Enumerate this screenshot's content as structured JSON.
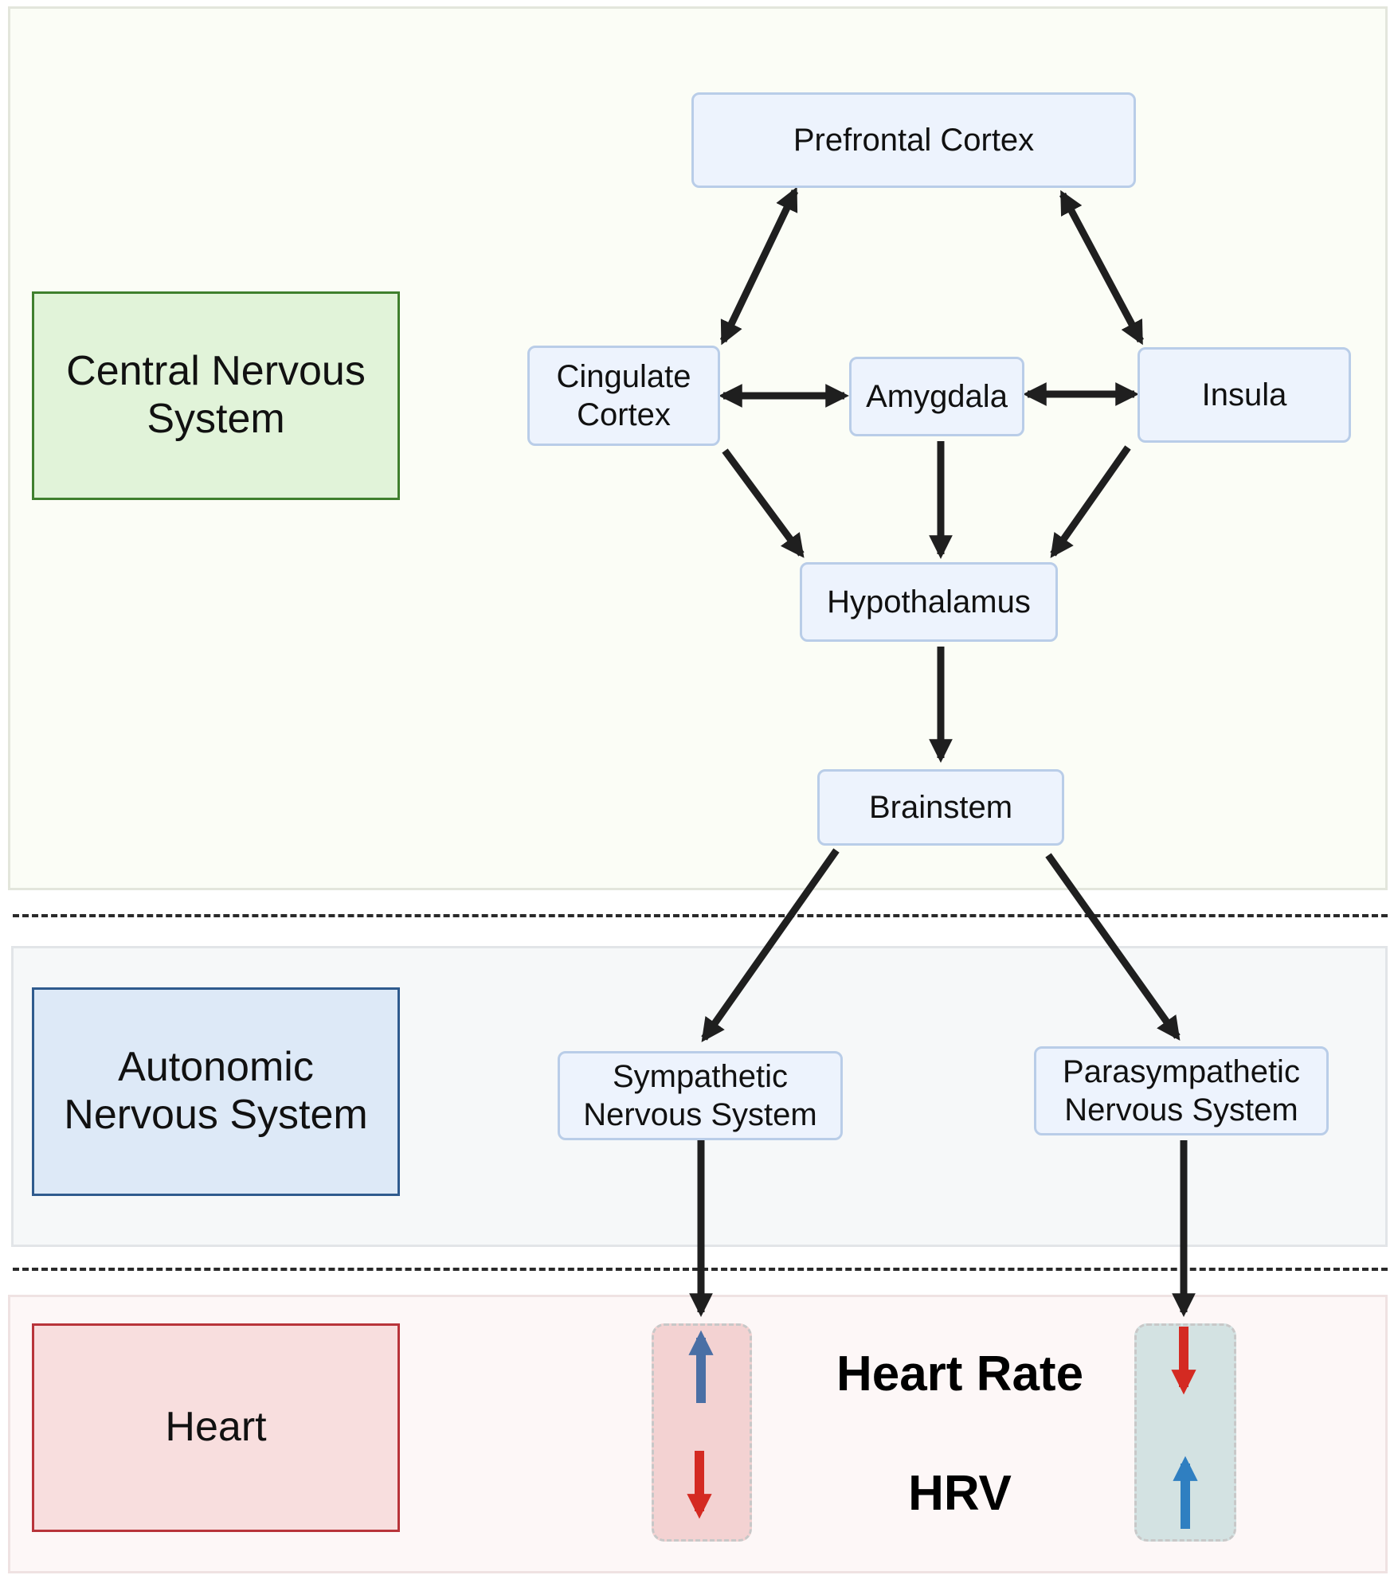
{
  "levels": {
    "cns": "Central Nervous\nSystem",
    "ans": "Autonomic\nNervous System",
    "heart": "Heart"
  },
  "nodes": {
    "prefrontal": "Prefrontal Cortex",
    "cingulate": "Cingulate\nCortex",
    "amygdala": "Amygdala",
    "insula": "Insula",
    "hypothalamus": "Hypothalamus",
    "brainstem": "Brainstem",
    "sympathetic": "Sympathetic\nNervous System",
    "parasympathetic": "Parasympathetic\nNervous System"
  },
  "outcomes": {
    "heart_rate": "Heart Rate",
    "hrv": "HRV"
  },
  "effects": {
    "sympathetic": {
      "heart_rate": "increase",
      "hrv": "decrease"
    },
    "parasympathetic": {
      "heart_rate": "decrease",
      "hrv": "increase"
    }
  },
  "colors": {
    "increase_sympathetic": "#4a6fa5",
    "increase_parasympathetic": "#2f7fc1",
    "decrease": "#d42a22",
    "arrow": "#1f1f1f"
  }
}
